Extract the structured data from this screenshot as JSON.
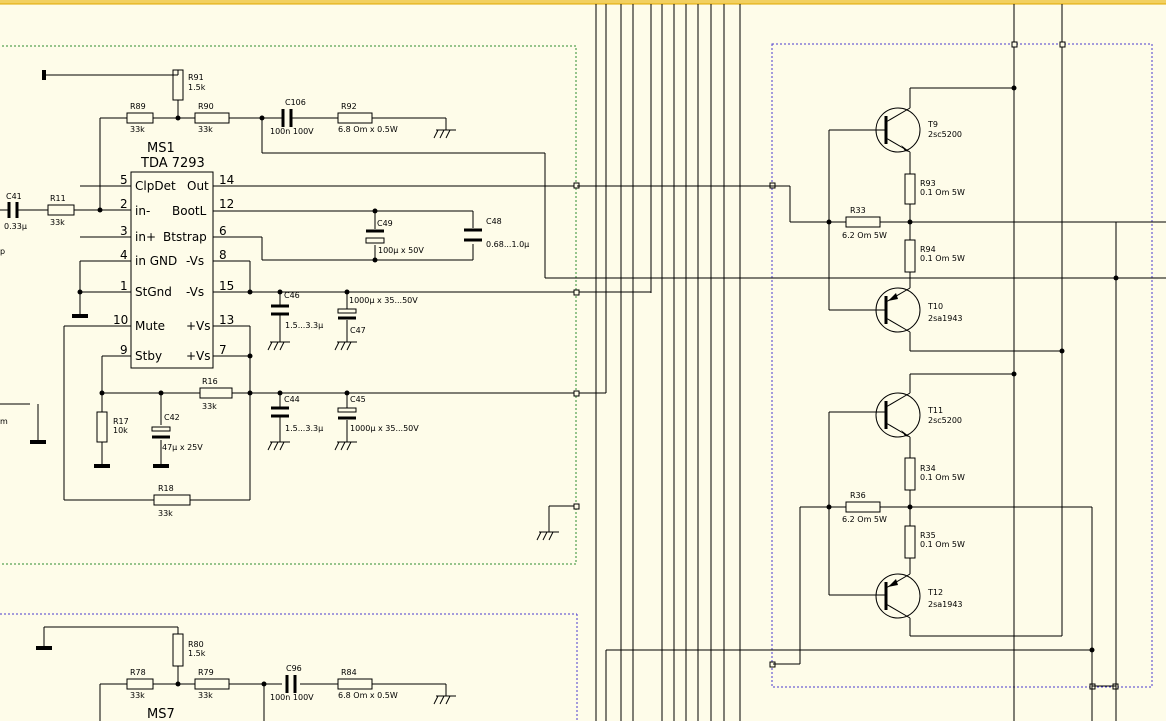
{
  "colors": {
    "background": "#fefce9",
    "wire": "#000000",
    "group_box_green": "#2e8b2e",
    "group_box_blue": "#4a3ad0",
    "ruler": "#e0a800"
  },
  "ic": {
    "ref": "MS1",
    "part": "TDA 7293",
    "left_pins": [
      {
        "num": "5",
        "name": "ClpDet"
      },
      {
        "num": "2",
        "name": "in-"
      },
      {
        "num": "3",
        "name": "in+"
      },
      {
        "num": "4",
        "name": "in GND"
      },
      {
        "num": "1",
        "name": "StGnd"
      },
      {
        "num": "10",
        "name": "Mute"
      },
      {
        "num": "9",
        "name": "Stby"
      }
    ],
    "right_pins": [
      {
        "num": "14",
        "name": "Out"
      },
      {
        "num": "12",
        "name": "BootL"
      },
      {
        "num": "6",
        "name": "Btstrap"
      },
      {
        "num": "8",
        "name": "-Vs"
      },
      {
        "num": "15",
        "name": "-Vs"
      },
      {
        "num": "13",
        "name": "+Vs"
      },
      {
        "num": "7",
        "name": "+Vs"
      }
    ]
  },
  "ic2": {
    "ref": "MS7"
  },
  "components": {
    "R91": {
      "ref": "R91",
      "value": "1.5k"
    },
    "R89": {
      "ref": "R89",
      "value": "33k"
    },
    "R90": {
      "ref": "R90",
      "value": "33k"
    },
    "C106": {
      "ref": "C106",
      "value": "100n 100V"
    },
    "R92": {
      "ref": "R92",
      "value": "6.8 Om x 0.5W"
    },
    "C41": {
      "ref": "C41",
      "value": "0.33µ"
    },
    "R11": {
      "ref": "R11",
      "value": "33k"
    },
    "C49": {
      "ref": "C49",
      "value": "100µ x 50V"
    },
    "C48": {
      "ref": "C48",
      "value": "0.68...1.0µ"
    },
    "C46": {
      "ref": "C46",
      "value": "1.5...3.3µ"
    },
    "C47": {
      "ref": "C47",
      "value": "1000µ x 35...50V"
    },
    "R16": {
      "ref": "R16",
      "value": "33k"
    },
    "R17": {
      "ref": "R17",
      "value": "10k"
    },
    "C42": {
      "ref": "C42",
      "value": "47µ x 25V"
    },
    "C44": {
      "ref": "C44",
      "value": "1.5...3.3µ"
    },
    "C45": {
      "ref": "C45",
      "value": "1000µ x 35...50V"
    },
    "R18": {
      "ref": "R18",
      "value": "33k"
    },
    "T9": {
      "ref": "T9",
      "value": "2sc5200"
    },
    "R93": {
      "ref": "R93",
      "value": "0.1 Om 5W"
    },
    "R33": {
      "ref": "R33",
      "value": "6.2 Om 5W"
    },
    "R94": {
      "ref": "R94",
      "value": "0.1 Om 5W"
    },
    "T10": {
      "ref": "T10",
      "value": "2sa1943"
    },
    "T11": {
      "ref": "T11",
      "value": "2sc5200"
    },
    "R34": {
      "ref": "R34",
      "value": "0.1 Om 5W"
    },
    "R36": {
      "ref": "R36",
      "value": "6.2 Om 5W"
    },
    "R35": {
      "ref": "R35",
      "value": "0.1 Om 5W"
    },
    "T12": {
      "ref": "T12",
      "value": "2sa1943"
    },
    "R80": {
      "ref": "R80",
      "value": "1.5k"
    },
    "R78": {
      "ref": "R78",
      "value": "33k"
    },
    "R79": {
      "ref": "R79",
      "value": "33k"
    },
    "C96": {
      "ref": "C96",
      "value": "100n 100V"
    },
    "R84": {
      "ref": "R84",
      "value": "6.8 Om x 0.5W"
    }
  },
  "edge_fragments": {
    "left_p": "p",
    "left_m": "m"
  }
}
